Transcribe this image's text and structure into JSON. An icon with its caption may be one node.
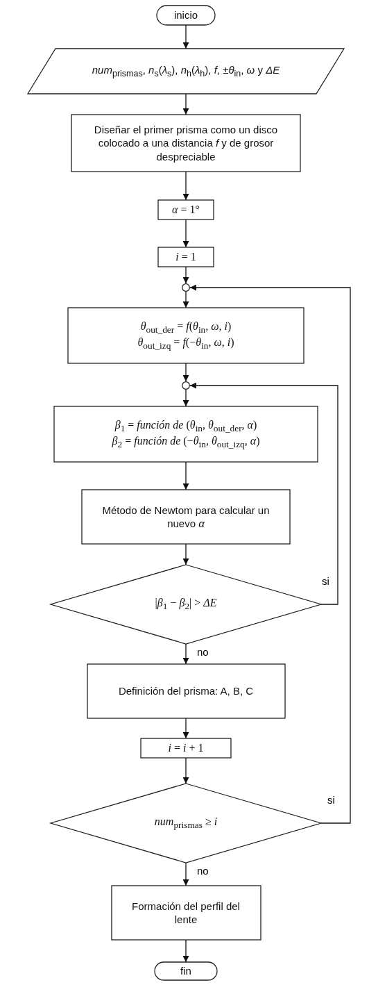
{
  "diagram": {
    "nodes": [
      {
        "text": [
          "inicio"
        ]
      },
      {
        "text": [
          "*num*$_{prismas}$, *n*$_{s}$(*λ*$_{s}$), *n*$_{h}$(*λ*$_{h}$), *f*, ±*θ*$_{in}$, *ω* y *ΔE*"
        ]
      },
      {
        "text": [
          "Diseñar el primer prisma como un disco colocado a una distancia *f* y de grosor despreciable"
        ]
      },
      {
        "text": [
          "*α* = 1°"
        ]
      },
      {
        "text": [
          "*i* = 1"
        ]
      },
      {
        "text": [],
        "shape": "circle"
      },
      {
        "text": [
          "*θ*$_{out_der}$ = *f*(*θ*$_{in}$, *ω*, *i*)",
          "*θ*$_{out_izq}$ = *f*(−*θ*$_{in}$, *ω*, *i*)"
        ]
      },
      {
        "text": [],
        "shape": "circle"
      },
      {
        "text": [
          "*β*$_{1}$ = *función de* (*θ*$_{in}$, *θ*$_{out_der}$, *α*)",
          "*β*$_{2}$ = *función de* (−*θ*$_{in}$, *θ*$_{out_izq}$, *α*)"
        ]
      },
      {
        "text": [
          "Método de Newtom para calcular un nuevo *α*"
        ]
      },
      {
        "text": [
          "|*β*$_{1}$ − *β*$_{2}$| > *ΔE*"
        ]
      },
      {
        "text": [
          "Definición del prisma: A, B, C"
        ]
      },
      {
        "text": [
          "*i* = *i* + 1"
        ]
      },
      {
        "text": [
          "*num*$_{prismas}$ ≥ *i*"
        ]
      },
      {
        "text": [
          "Formación del perfil del lente"
        ]
      },
      {
        "text": [
          "fin"
        ]
      }
    ],
    "edges": [
      {
        "from": 0,
        "to": 1,
        "arrow": "to"
      },
      {
        "from": 1,
        "to": 2,
        "arrow": "to"
      },
      {
        "from": 2,
        "to": 3,
        "arrow": "to"
      },
      {
        "from": 3,
        "to": 4,
        "arrow": "to"
      },
      {
        "from": 4,
        "to": 5,
        "arrow": "to"
      },
      {
        "from": 5,
        "to": 6,
        "arrow": "to"
      },
      {
        "from": 6,
        "to": 7,
        "arrow": "to"
      },
      {
        "from": 7,
        "to": 8,
        "arrow": "to"
      },
      {
        "from": 8,
        "to": 9,
        "arrow": "to"
      },
      {
        "from": 9,
        "to": 10,
        "arrow": "to"
      },
      {
        "from": 10,
        "to": 7,
        "arrow": "to",
        "label": "si"
      },
      {
        "from": 10,
        "to": 11,
        "arrow": "to",
        "label": "no"
      },
      {
        "from": 11,
        "to": 12,
        "arrow": "to"
      },
      {
        "from": 12,
        "to": 13,
        "arrow": "to"
      },
      {
        "from": 13,
        "to": 5,
        "arrow": "to",
        "label": "si"
      },
      {
        "from": 13,
        "to": 14,
        "arrow": "to",
        "label": "no"
      },
      {
        "from": 14,
        "to": 15,
        "arrow": "to"
      }
    ]
  }
}
